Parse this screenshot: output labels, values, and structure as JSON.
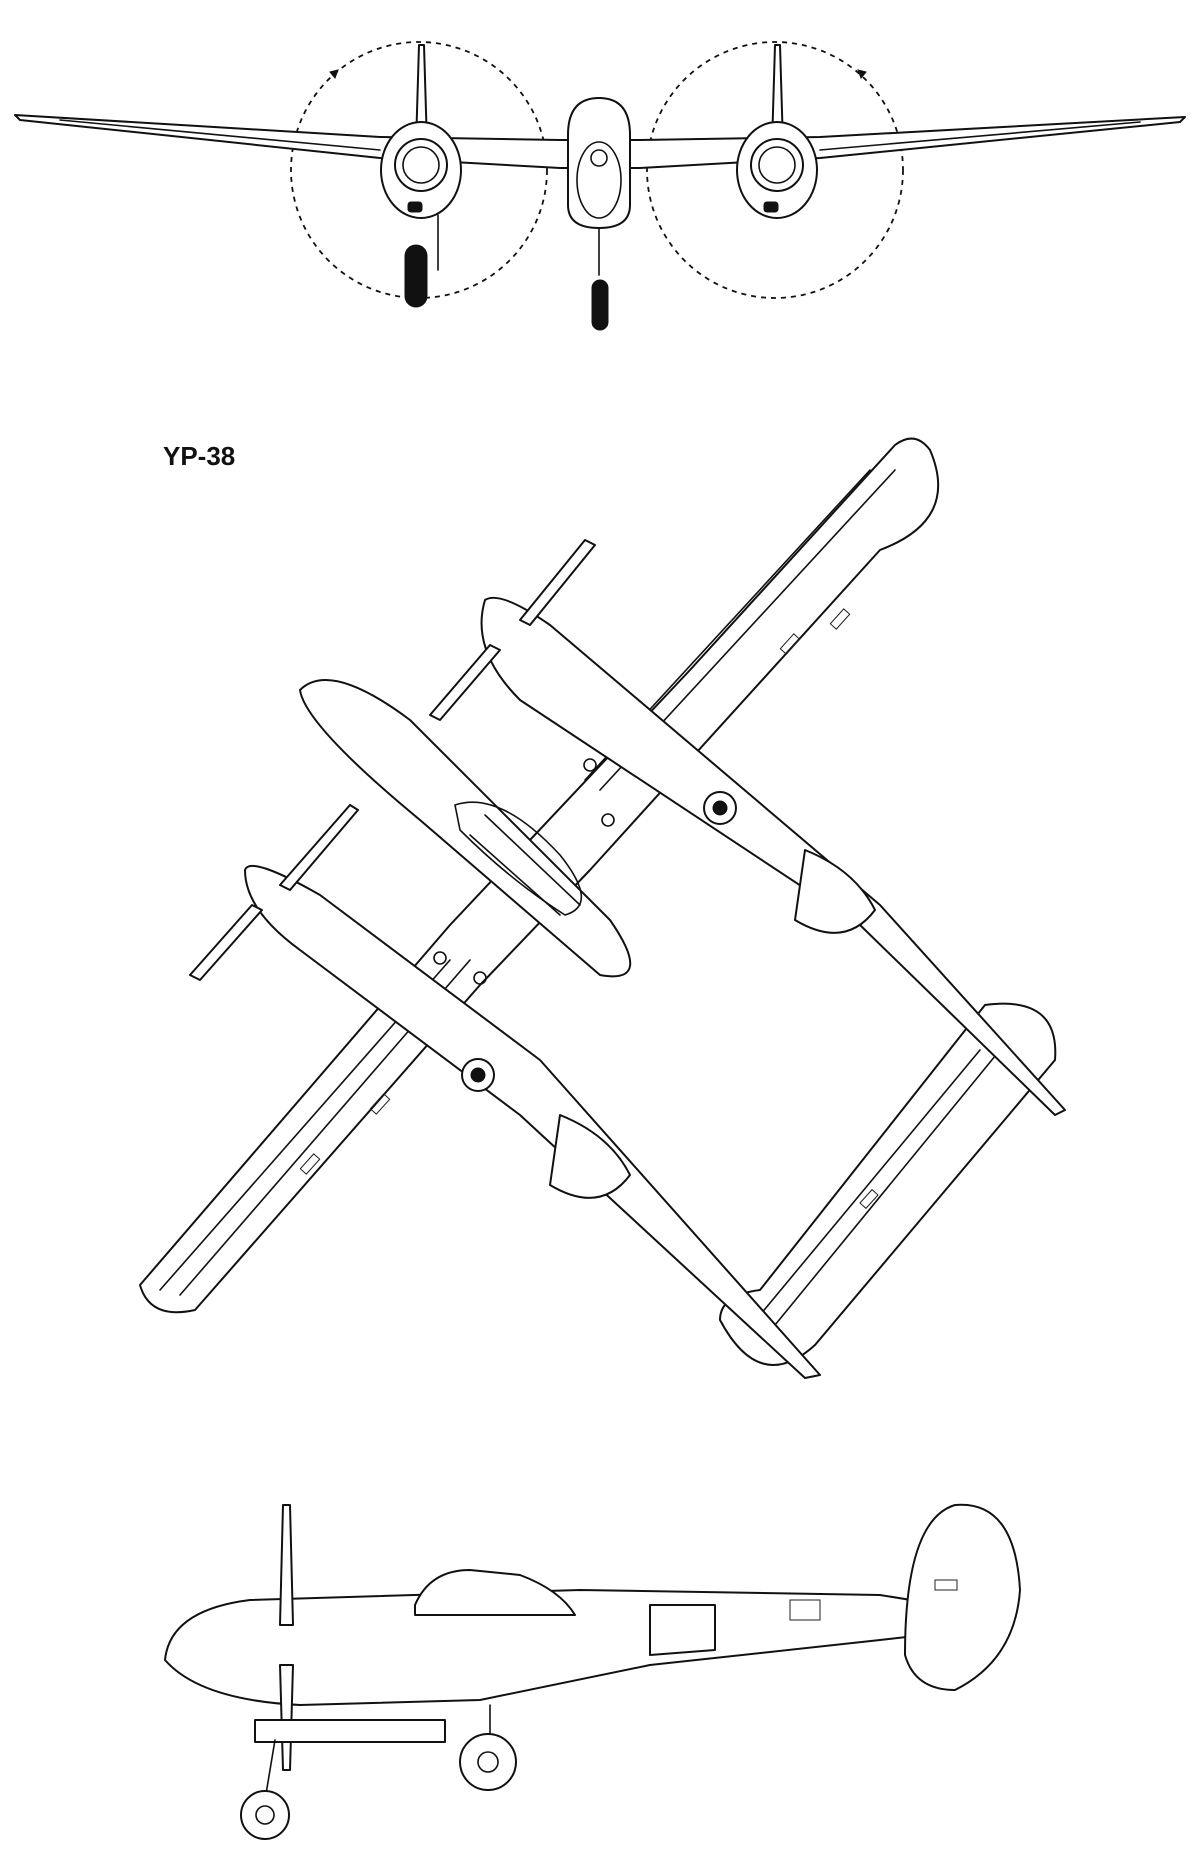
{
  "title": "YP-38",
  "views": {
    "front": "front-view",
    "top": "planform-view",
    "side": "side-view"
  }
}
